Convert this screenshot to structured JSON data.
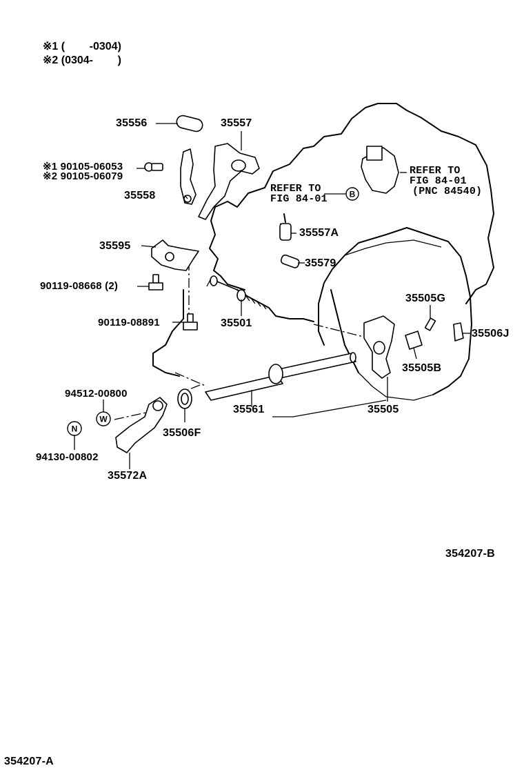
{
  "header": {
    "note1": "※1 (        -0304)",
    "note2": "※2 (0304-        )"
  },
  "callouts": {
    "refer_b": {
      "line1": "REFER TO",
      "line2": "FIG 84-01"
    },
    "refer_switch": {
      "line1": "REFER TO",
      "line2": "FIG 84-01",
      "line3": "(PNC 84540)"
    },
    "circle_b": "B",
    "circle_w": "W",
    "circle_n": "N"
  },
  "parts": {
    "p35556": "35556",
    "p35557": "35557",
    "p90105_1": "※1 90105-06053",
    "p90105_2": "※2 90105-06079",
    "p35558": "35558",
    "p35557a": "35557A",
    "p35579": "35579",
    "p35595": "35595",
    "p90119_08668": "90119-08668 (2)",
    "p90119_08891": "90119-08891",
    "p35501": "35501",
    "p35505g": "35505G",
    "p35506j": "35506J",
    "p35505b": "35505B",
    "p94512": "94512-00800",
    "p94130": "94130-00802",
    "p35506f": "35506F",
    "p35561": "35561",
    "p35505": "35505",
    "p35572a": "35572A"
  },
  "figure_ids": {
    "ref_b": "354207-B",
    "ref_a": "354207-A"
  }
}
